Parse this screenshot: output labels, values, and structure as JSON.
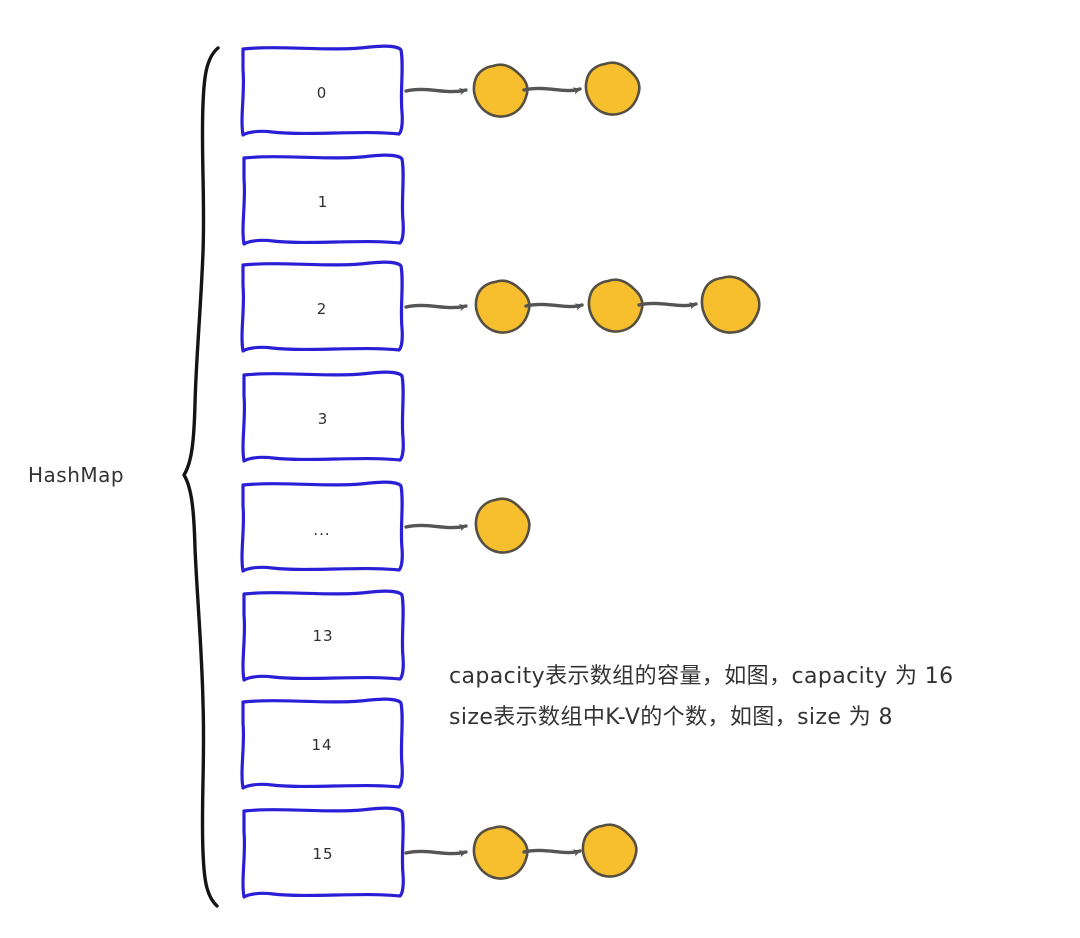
{
  "diagram": {
    "title_label": "HashMap",
    "structure_label": "HashMap",
    "colors": {
      "bucket_border": "#2a1fd6",
      "bucket_fill": "#ffffff",
      "node_fill": "#f7bf2e",
      "node_stroke": "#565043",
      "link_stroke": "#555555",
      "brace_stroke": "#141414",
      "text": "#333333",
      "background": "#ffffff"
    },
    "buckets": [
      {
        "index_label": "0",
        "nodes": 2
      },
      {
        "index_label": "1",
        "nodes": 0
      },
      {
        "index_label": "2",
        "nodes": 3
      },
      {
        "index_label": "3",
        "nodes": 0
      },
      {
        "index_label": "...",
        "nodes": 1
      },
      {
        "index_label": "13",
        "nodes": 0
      },
      {
        "index_label": "14",
        "nodes": 0
      },
      {
        "index_label": "15",
        "nodes": 2
      }
    ],
    "notes": [
      "capacity表示数组的容量，如图，capacity 为 16",
      "size表示数组中K-V的个数，如图，size 为 8"
    ],
    "capacity_value": "16",
    "size_value": "8"
  }
}
